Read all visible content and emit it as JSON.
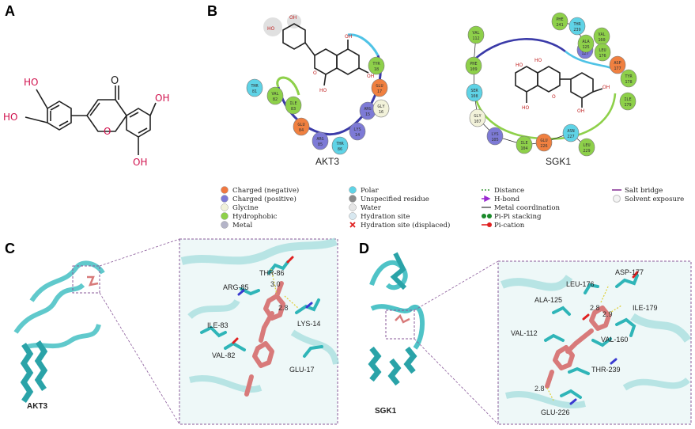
{
  "panels": {
    "a": {
      "label": "A"
    },
    "b": {
      "label": "B",
      "akt3_caption": "AKT3",
      "sgk1_caption": "SGK1"
    },
    "c": {
      "label": "C",
      "protein": "AKT3"
    },
    "d": {
      "label": "D",
      "protein": "SGK1"
    }
  },
  "molecule_a": {
    "oh_topleft": "HO",
    "oh_left": "HO",
    "carbonyl": "O",
    "oh_right_top": "OH",
    "ring_o": "O",
    "oh_right_bottom": "OH"
  },
  "ligand_b": {
    "oh": "OH",
    "ho": "HO",
    "o": "O"
  },
  "akt3_residues": [
    {
      "name": "THR",
      "num": "81",
      "color": "#5fd3e6"
    },
    {
      "name": "VAL",
      "num": "82",
      "color": "#8ed04a"
    },
    {
      "name": "ILE",
      "num": "83",
      "color": "#8ed04a"
    },
    {
      "name": "GLU",
      "num": "84",
      "color": "#f08040"
    },
    {
      "name": "ARG",
      "num": "85",
      "color": "#7d7ad6"
    },
    {
      "name": "THR",
      "num": "86",
      "color": "#5fd3e6"
    },
    {
      "name": "LYS",
      "num": "14",
      "color": "#7d7ad6"
    },
    {
      "name": "ARG",
      "num": "15",
      "color": "#7d7ad6"
    },
    {
      "name": "GLY",
      "num": "16",
      "color": "#f2f2da"
    },
    {
      "name": "GLU",
      "num": "17",
      "color": "#f08040"
    },
    {
      "name": "TYR",
      "num": "18",
      "color": "#8ed04a"
    }
  ],
  "sgk1_residues": [
    {
      "name": "PHE",
      "num": "241",
      "color": "#8ed04a"
    },
    {
      "name": "THR",
      "num": "239",
      "color": "#5fd3e6"
    },
    {
      "name": "LYS",
      "num": "127",
      "color": "#7d7ad6"
    },
    {
      "name": "VAL",
      "num": "160",
      "color": "#8ed04a"
    },
    {
      "name": "ALA",
      "num": "125",
      "color": "#8ed04a"
    },
    {
      "name": "LEU",
      "num": "176",
      "color": "#8ed04a"
    },
    {
      "name": "ASP",
      "num": "177",
      "color": "#f08040"
    },
    {
      "name": "TYR",
      "num": "178",
      "color": "#8ed04a"
    },
    {
      "name": "ILE",
      "num": "179",
      "color": "#8ed04a"
    },
    {
      "name": "VAL",
      "num": "112",
      "color": "#8ed04a"
    },
    {
      "name": "PHE",
      "num": "109",
      "color": "#8ed04a"
    },
    {
      "name": "SER",
      "num": "108",
      "color": "#5fd3e6"
    },
    {
      "name": "GLY",
      "num": "107",
      "color": "#f2f2da"
    },
    {
      "name": "LYS",
      "num": "105",
      "color": "#7d7ad6"
    },
    {
      "name": "ILE",
      "num": "104",
      "color": "#8ed04a"
    },
    {
      "name": "GLU",
      "num": "226",
      "color": "#f08040"
    },
    {
      "name": "ASN",
      "num": "227",
      "color": "#5fd3e6"
    },
    {
      "name": "LEU",
      "num": "229",
      "color": "#8ed04a"
    }
  ],
  "legend": [
    {
      "label": "Charged (negative)",
      "kind": "circle",
      "color": "#f07840"
    },
    {
      "label": "Charged (positive)",
      "kind": "circle",
      "color": "#7d7ad6"
    },
    {
      "label": "Glycine",
      "kind": "circle",
      "color": "#f2f2da"
    },
    {
      "label": "Hydrophobic",
      "kind": "circle",
      "color": "#8ed04a"
    },
    {
      "label": "Metal",
      "kind": "circle",
      "color": "#b4b4c8"
    },
    {
      "label": "Polar",
      "kind": "circle",
      "color": "#5fd3e6"
    },
    {
      "label": "Unspecified residue",
      "kind": "circle",
      "color": "#8a8a8a"
    },
    {
      "label": "Water",
      "kind": "circle",
      "color": "#e6e6e6"
    },
    {
      "label": "Hydration site",
      "kind": "circle",
      "color": "#d8e8f0"
    },
    {
      "label": "Hydration site (displaced)",
      "kind": "cross",
      "color": "#e02020"
    },
    {
      "label": "Distance",
      "kind": "dashed",
      "color": "#3a9a3a"
    },
    {
      "label": "H-bond",
      "kind": "arrow",
      "color": "#9a2ad0"
    },
    {
      "label": "Metal coordination",
      "kind": "line",
      "color": "#333333"
    },
    {
      "label": "Pi-Pi stacking",
      "kind": "dots",
      "color": "#1a8a2a"
    },
    {
      "label": "Pi-cation",
      "kind": "redline",
      "color": "#e02020"
    },
    {
      "label": "Salt bridge",
      "kind": "purpleline",
      "color": "#8a3a9a"
    },
    {
      "label": "Solvent exposure",
      "kind": "halo",
      "color": "#c8c8c8"
    }
  ],
  "c_residues": [
    "THR-86",
    "ARG-85",
    "ILE-83",
    "VAL-82",
    "LYS-14",
    "GLU-17"
  ],
  "c_distances": [
    "3.0",
    "2.8"
  ],
  "d_residues": [
    "ASP-177",
    "LEU-176",
    "ALA-125",
    "ILE-179",
    "VAL-112",
    "VAL-160",
    "THR-239",
    "GLU-226"
  ],
  "d_distances": [
    "2.8",
    "2.9",
    "2.8"
  ],
  "colors": {
    "oxygen": "#d0104c",
    "protein": "#4fc3c7",
    "ligand": "#d87a7a",
    "frame": "#8a5a9a"
  }
}
